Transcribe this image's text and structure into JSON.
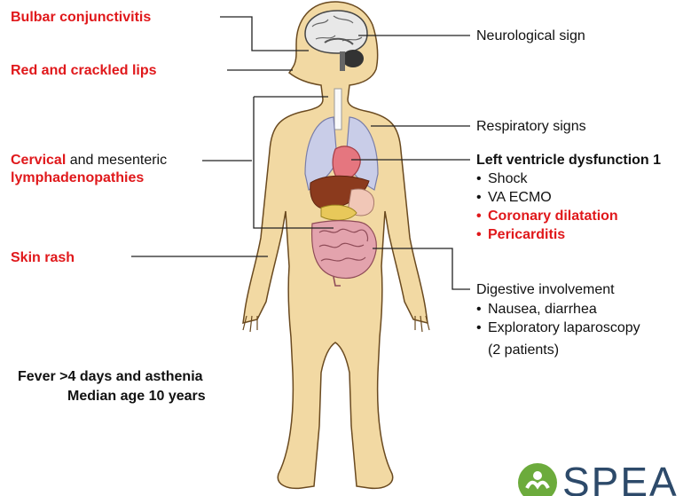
{
  "left_labels": {
    "bulbar": "Bulbar conjunctivitis",
    "lips": "Red and crackled lips",
    "cervical_red": "Cervical",
    "cervical_black": " and mesenteric",
    "lymph": "lymphadenopathies",
    "rash": "Skin rash"
  },
  "right_labels": {
    "neuro": "Neurological sign",
    "resp": "Respiratory signs",
    "lv_title": "Left ventricle dysfunction 1",
    "lv_items": [
      "Shock",
      "VA ECMO",
      "Coronary dilatation",
      "Pericarditis"
    ],
    "dig_title": "Digestive involvement",
    "dig_items": [
      "Nausea, diarrhea",
      "Exploratory laparoscopy"
    ],
    "dig_note": "(2 patients)"
  },
  "footer": {
    "line1": "Fever >4 days and asthenia",
    "line2": "Median age 10 years"
  },
  "logo": {
    "text": "SPEA",
    "color": "#2d4a6a",
    "accent": "#6cab3c"
  },
  "colors": {
    "highlight": "#e0181b",
    "skin": "#f2d9a3",
    "outline": "#6a4a20"
  }
}
